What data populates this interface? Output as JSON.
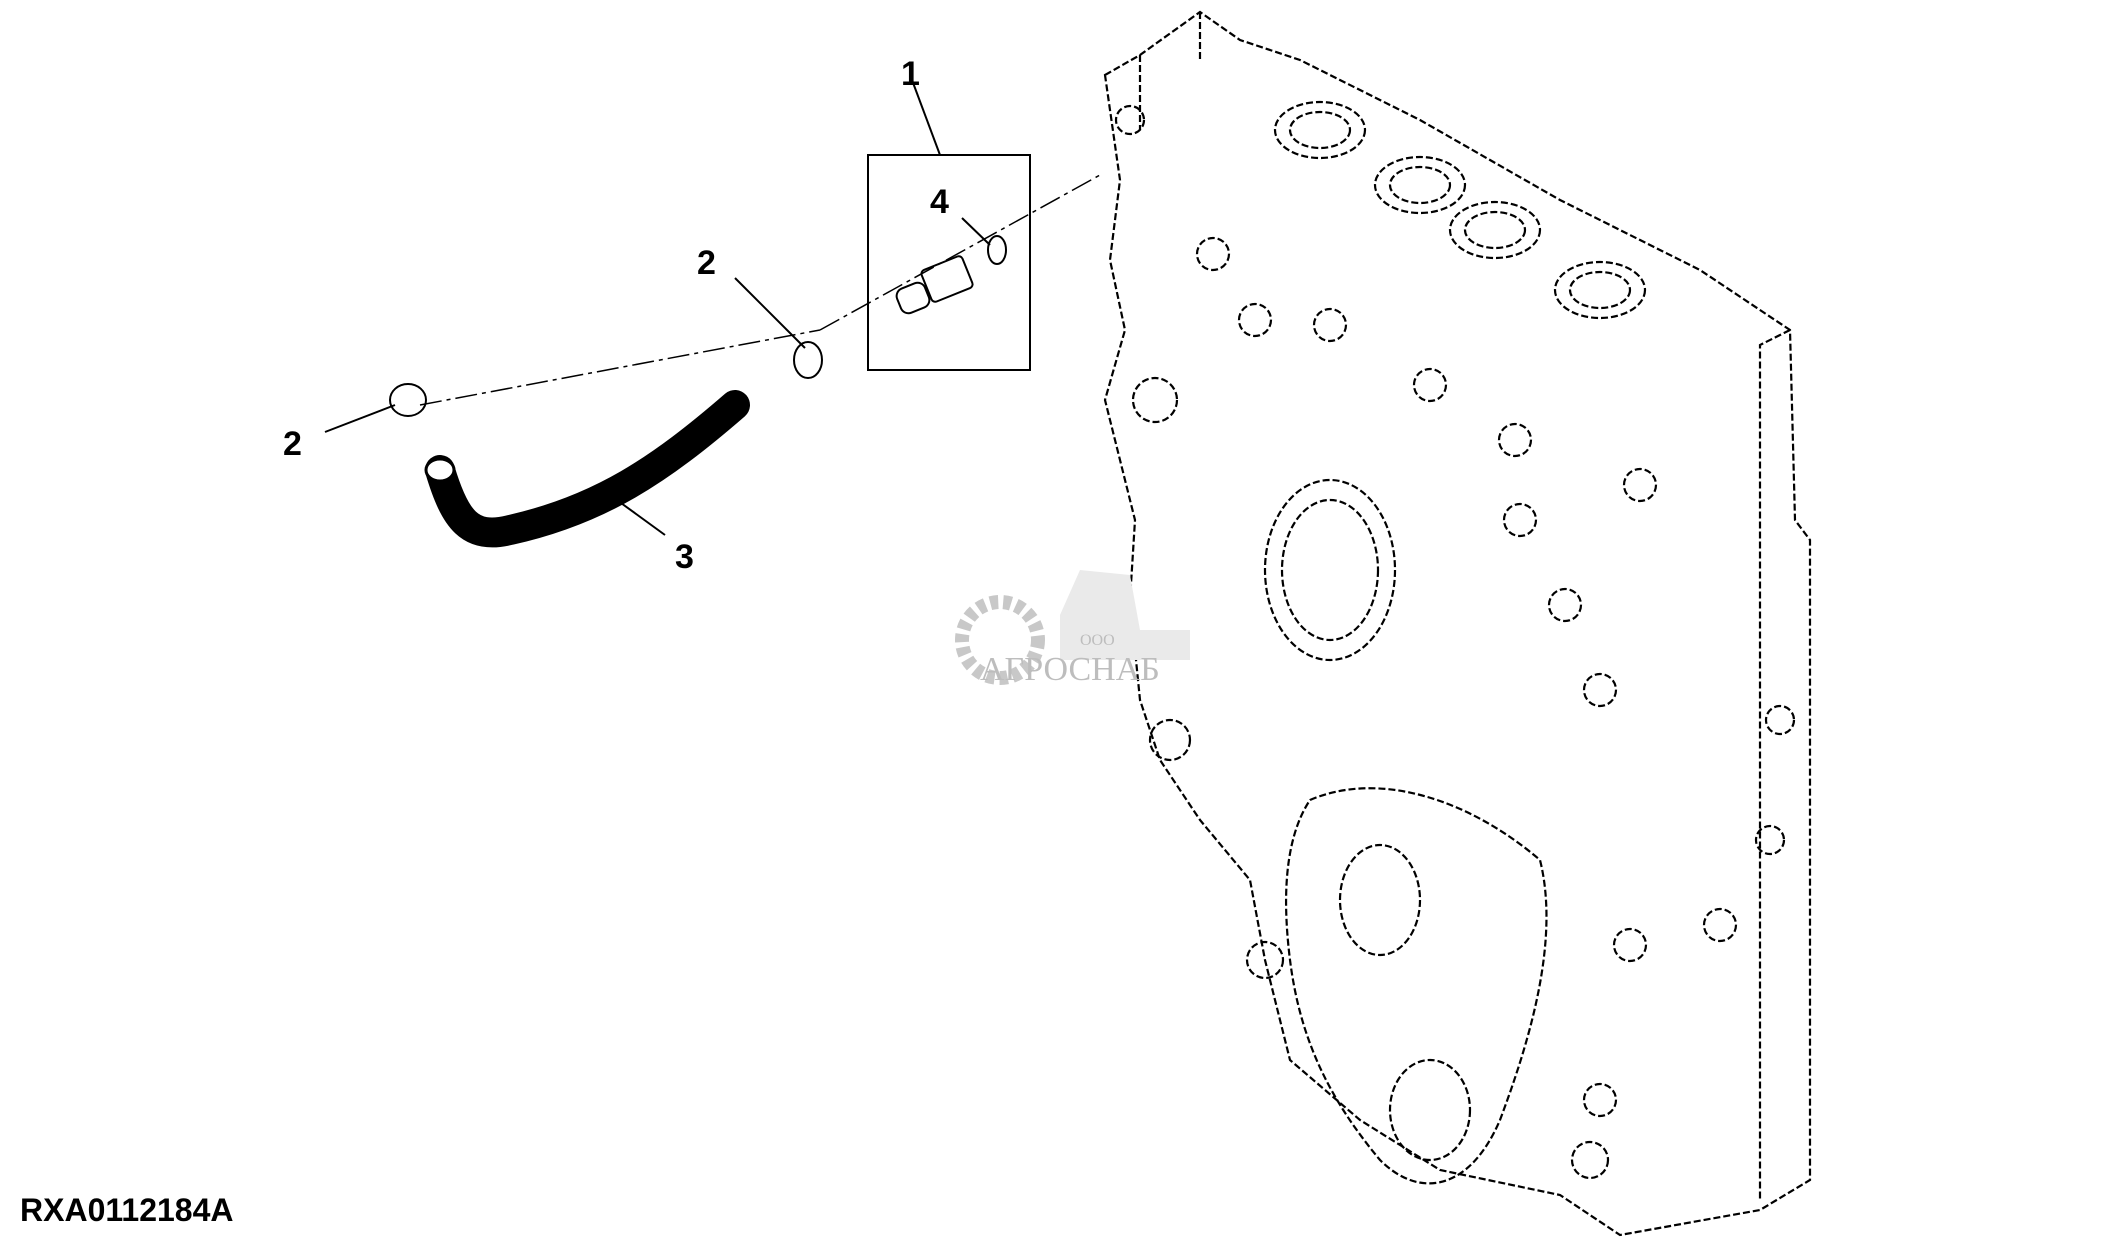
{
  "diagram": {
    "callouts": {
      "c1": "1",
      "c2a": "2",
      "c2b": "2",
      "c3": "3",
      "c4": "4"
    },
    "figure_code": "RXA0112184A",
    "watermark": {
      "prefix": "ООО",
      "name": "АГРОСНАБ"
    }
  }
}
